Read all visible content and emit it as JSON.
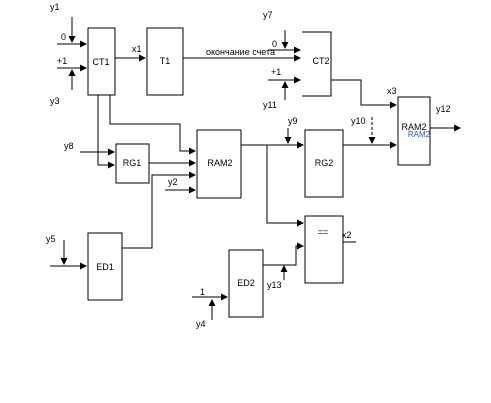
{
  "blocks": {
    "ct1": "CT1",
    "t1": "T1",
    "ct2": "CT2",
    "rg1": "RG1",
    "ram2_mid": "RAM2",
    "rg2": "RG2",
    "ram2_right": "RAM2",
    "ram2_right_sub": "RAM2",
    "ed1": "ED1",
    "ed2": "ED2",
    "cmp": "=="
  },
  "signals": {
    "y1": "y1",
    "y3": "y3",
    "y7": "y7",
    "y11": "y11",
    "x1": "x1",
    "end_count": "окончание счета",
    "x3": "x3",
    "y9": "y9",
    "y10": "y10",
    "y12": "y12",
    "y8": "y8",
    "y2": "y2",
    "y5": "y5",
    "x2": "x2",
    "y13": "y13",
    "y4": "y4",
    "in_0_ct1": "0",
    "in_p1_ct1": "+1",
    "in_0_ct2": "0",
    "in_p1_ct2": "+1",
    "in_1_ed2": "1"
  }
}
